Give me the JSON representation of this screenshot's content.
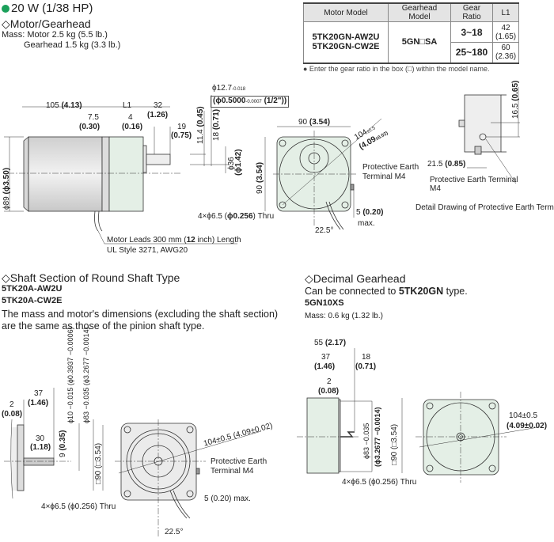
{
  "header": {
    "title": "20 W (1/38 HP)",
    "accent": "#1aa05a"
  },
  "motor_gearhead": {
    "title": "◇Motor/Gearhead",
    "mass_motor": "Mass: Motor 2.5 kg (5.5 lb.)",
    "mass_gearhead": "Gearhead 1.5 kg (3.3 lb.)",
    "table": {
      "headers": [
        "Motor Model",
        "Gearhead Model",
        "Gear Ratio",
        "L1"
      ],
      "motor_models": [
        "5TK20GN-AW2U",
        "5TK20GN-CW2E"
      ],
      "gearhead_model": "5GN□SA",
      "rows": [
        {
          "ratio": "3~18",
          "l1": "42",
          "l1_in": "(1.65)"
        },
        {
          "ratio": "25~180",
          "l1": "60",
          "l1_in": "(2.36)"
        }
      ]
    },
    "note": "● Enter the gear ratio in the box (□) within the model name.",
    "dims": {
      "d105": "105",
      "d105i": "(4.13)",
      "l1": "L1",
      "d32": "32",
      "d32i": "(1.26)",
      "d75": "7.5",
      "d75i": "(0.30)",
      "d4": "4",
      "d4i": "(0.16)",
      "d19": "19",
      "d19i": "(0.75)",
      "d114": "11.4",
      "d114i": "(0.45)",
      "d18": "18",
      "d18i": "(0.71)",
      "d36": "ϕ36",
      "d36i": "(ϕ1.42)",
      "shaft_mm": "ϕ12.7",
      "shaft_mm_tol_up": "0",
      "shaft_mm_tol_dn": "-0.018",
      "shaft_in": "(ϕ0.5000",
      "shaft_in_tol_up": "0",
      "shaft_in_tol_dn": "-0.0007",
      "shaft_frac": "(1/2\"))",
      "d89": "ϕ89",
      "d89i": "(ϕ3.50)",
      "leads1": "Motor Leads 300 mm (",
      "leads_b": "12",
      "leads2": " inch) Length",
      "leads_style": "UL Style 3271, AWG20",
      "sq90": "90",
      "sq90i": "(3.54)",
      "v90": "90",
      "v90i": "(3.54)",
      "diag": "104",
      "diag_tol": "±0.5",
      "diag_i": "(4.09",
      "diag_i_tol": "±0.02)",
      "pe1": "Protective Earth",
      "pe2": "Terminal M4",
      "d5": "5",
      "d5i": "(0.20)",
      "max": "max.",
      "ang": "22.5°",
      "holes": "4×ϕ6.5 (",
      "holes_b": "ϕ0.256",
      "holes_c": ") Thru"
    },
    "detail": {
      "d165": "16.5",
      "d165i": "(0.65)",
      "d215": "21.5",
      "d215i": "(0.85)",
      "pe": "Protective Earth Terminal",
      "m4": "M4",
      "caption": "Detail Drawing of Protective Earth Terminal"
    }
  },
  "round_shaft": {
    "title": "◇Shaft Section of Round Shaft Type",
    "models": [
      "5TK20A-AW2U",
      "5TK20A-CW2E"
    ],
    "desc1": "The mass and motor's dimensions (excluding the shaft section)",
    "desc2": "are the same as those of the pinion shaft type.",
    "dims": {
      "d2": "2",
      "d2i": "(0.08)",
      "d37": "37",
      "d37i": "(1.46)",
      "d30": "30",
      "d30i": "(1.18)",
      "d9": "9",
      "d9i": "(0.35)",
      "phi10": "ϕ10 −0.015 (ϕ0.3937 −0.0006)",
      "phi83": "ϕ83 −0.035 (ϕ3.2677 −0.0014)",
      "sq": "□90 (□3.54)",
      "diag": "104±0.5 (4.09±0.02)",
      "pe1": "Protective Earth",
      "pe2": "Terminal M4",
      "d5": "5 (0.20) max.",
      "holes": "4×ϕ6.5 (ϕ0.256) Thru",
      "ang": "22.5°"
    }
  },
  "decimal": {
    "title": "◇Decimal Gearhead",
    "connect1": "Can be connected to ",
    "connect_b": "5TK20GN",
    "connect2": " type.",
    "model": "5GN10XS",
    "mass": "Mass: 0.6 kg (1.32 lb.)",
    "dims": {
      "d55": "55",
      "d55i": "(2.17)",
      "d37": "37",
      "d37i": "(1.46)",
      "d18": "18",
      "d18i": "(0.71)",
      "d2": "2",
      "d2i": "(0.08)",
      "phi83": "ϕ83 −0.035",
      "phi83i": "(ϕ3.2677 −0.0014)",
      "sq": "□90 (□3.54)",
      "diag": "104±0.5",
      "diag_i": "(4.09±0.02)",
      "holes": "4×ϕ6.5 (ϕ0.256) Thru"
    }
  }
}
